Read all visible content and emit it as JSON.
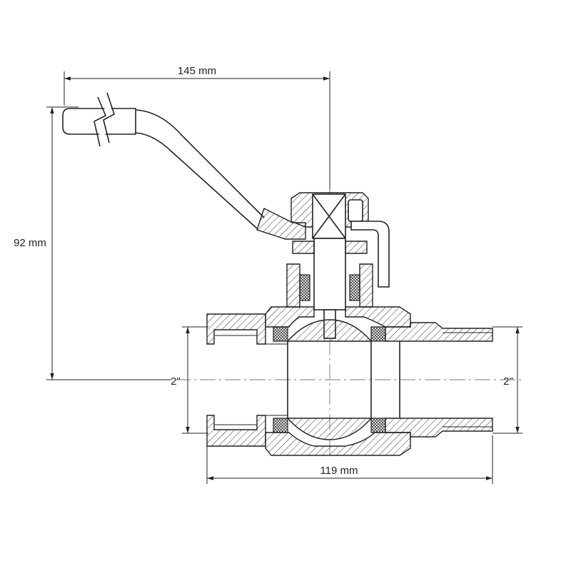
{
  "dimensions": {
    "width_label": "145 mm",
    "height_label": "92 mm",
    "length_label": "119 mm",
    "inlet_size_label": "2\"",
    "outlet_size_label": "2\""
  },
  "colors": {
    "line": "#222222",
    "background": "#ffffff"
  }
}
